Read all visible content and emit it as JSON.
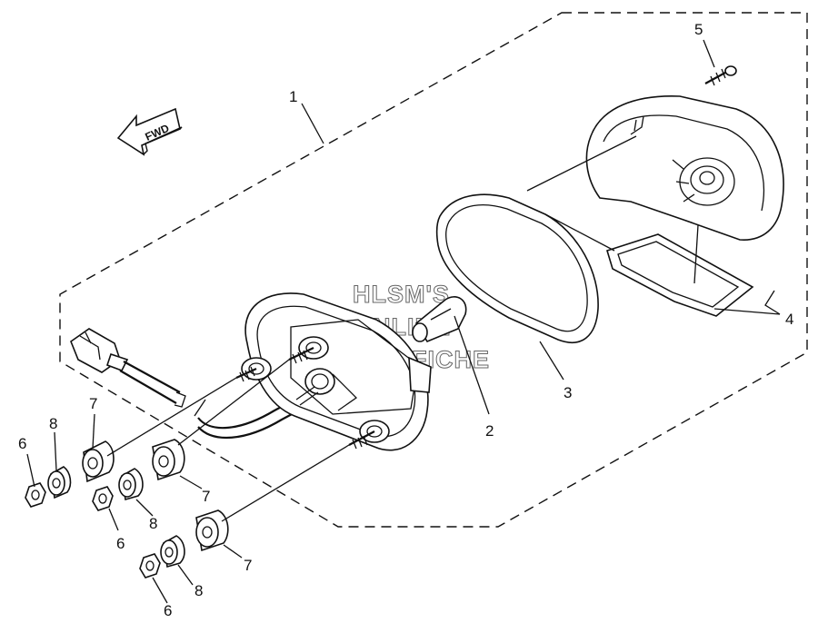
{
  "direction_label": "FWD",
  "watermark": [
    "HLSM'S",
    "ONLINE",
    "MICROFICHE"
  ],
  "callouts": {
    "c1": "1",
    "c2": "2",
    "c3": "3",
    "c4": "4",
    "c5": "5",
    "c6a": "6",
    "c6b": "6",
    "c6c": "6",
    "c7a": "7",
    "c7b": "7",
    "c7c": "7",
    "c8a": "8",
    "c8b": "8",
    "c8c": "8"
  }
}
